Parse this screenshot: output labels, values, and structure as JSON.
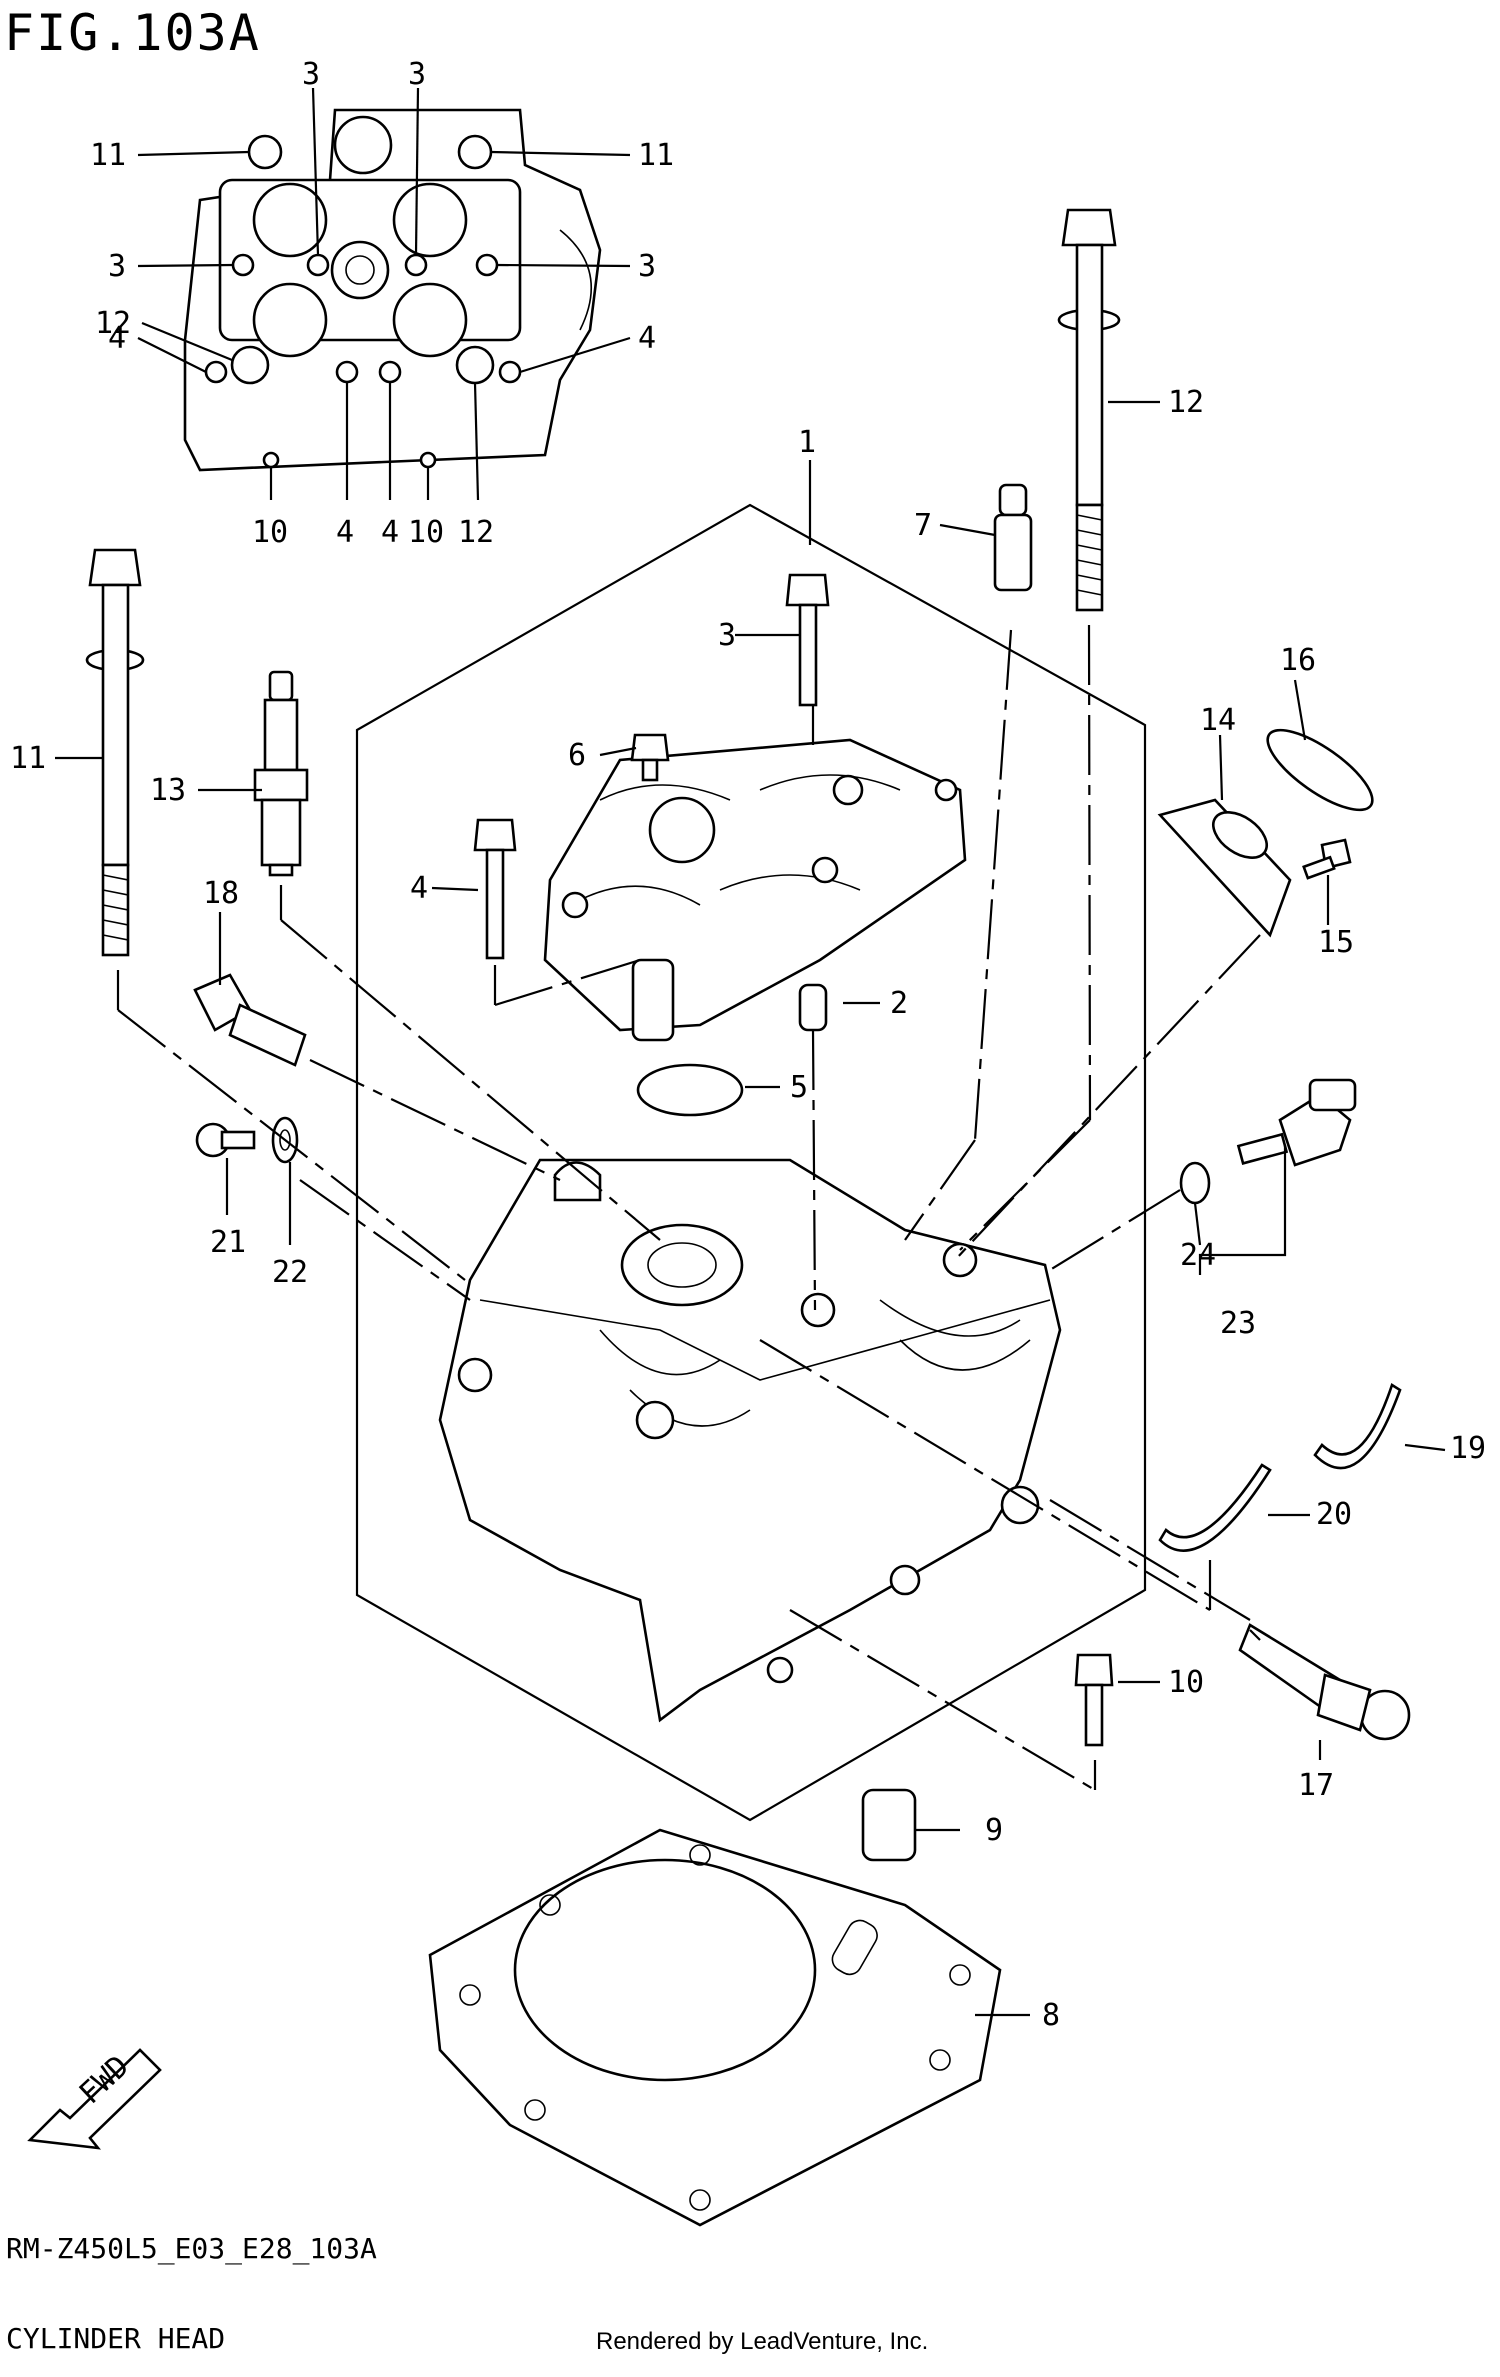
{
  "figure": {
    "title": "FIG.103A",
    "diagram_code": "RM-Z450L5_E03_E28_103A",
    "section_name": "CYLINDER HEAD",
    "credit": "Rendered by LeadVenture, Inc.",
    "fwd_label": "FWD"
  },
  "inset_callouts": {
    "c3a": "3",
    "c3b": "3",
    "c3c": "3",
    "c3d": "3",
    "c11a": "11",
    "c11b": "11",
    "c12a": "12",
    "c12b": "12",
    "c4a": "4",
    "c4b": "4",
    "c4c": "4",
    "c4d": "4",
    "c10a": "10",
    "c10b": "10"
  },
  "callouts": {
    "p1": "1",
    "p2": "2",
    "p3": "3",
    "p4": "4",
    "p5": "5",
    "p6": "6",
    "p7": "7",
    "p8": "8",
    "p9": "9",
    "p10": "10",
    "p11": "11",
    "p12": "12",
    "p13": "13",
    "p14": "14",
    "p15": "15",
    "p16": "16",
    "p17": "17",
    "p18": "18",
    "p19": "19",
    "p20": "20",
    "p21": "21",
    "p22": "22",
    "p23": "23",
    "p24": "24"
  }
}
